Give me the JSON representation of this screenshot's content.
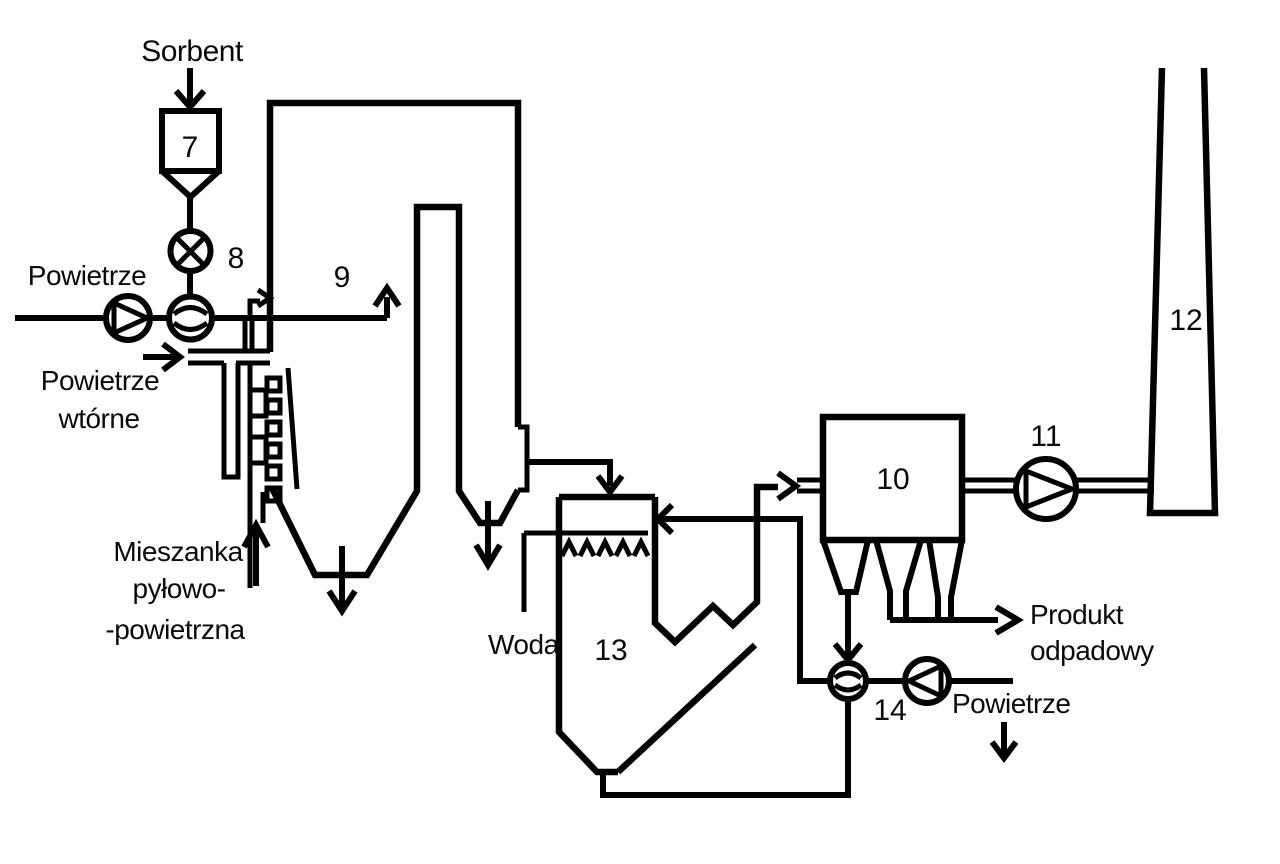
{
  "colors": {
    "line": "#000000",
    "background": "#ffffff",
    "text": "#0a0a0a"
  },
  "labels": {
    "sorbent": "Sorbent",
    "air_main": "Powietrze",
    "secondary_air": [
      "Powietrze",
      "wtórne"
    ],
    "dust_air_mixture": [
      "Mieszanka",
      "pyłowo-",
      "-powietrzna"
    ],
    "water": "Woda",
    "waste_product": [
      "Produkt",
      "odpadowy"
    ],
    "air_recycle": "Powietrze"
  },
  "equipment_numbers": {
    "sorbent_hopper": "7",
    "sorbent_feeder_valve": "8",
    "boiler": "9",
    "bag_filter": "10",
    "id_fan": "11",
    "stack": "12",
    "spray_absorber": "13",
    "recycle_valve": "14"
  }
}
